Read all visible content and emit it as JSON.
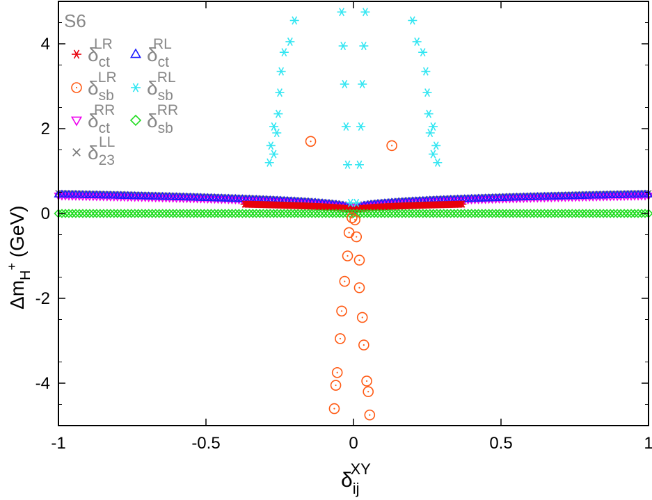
{
  "chart_data": {
    "type": "scatter",
    "tag": "S6",
    "xlabel": {
      "base": "δ",
      "sub": "ij",
      "sup": "XY"
    },
    "ylabel": {
      "prefix": "Δm",
      "sub": "H",
      "sup": "+",
      "suffix": " (GeV)"
    },
    "xlim": [
      -1,
      1
    ],
    "ylim": [
      -5,
      5
    ],
    "xticks": [
      -1,
      -0.5,
      0,
      0.5,
      1
    ],
    "xtick_labels": [
      "-1",
      "-0.5",
      "0",
      "0.5",
      "1"
    ],
    "yticks": [
      -4,
      -2,
      0,
      2,
      4
    ],
    "ytick_labels": [
      "-4",
      "-2",
      "0",
      "2",
      "4"
    ],
    "grid": false,
    "legend_placement": "top-left",
    "series": [
      {
        "key": "ct_LR",
        "legend": {
          "base": "δ",
          "sub": "ct",
          "sup": "LR"
        },
        "marker": "asterisk",
        "color": "#e8000b",
        "band": {
          "x_range": [
            -0.37,
            0.37
          ],
          "y_edge": 0.22,
          "y_center": 0.05
        }
      },
      {
        "key": "ct_RL",
        "legend": {
          "base": "δ",
          "sub": "ct",
          "sup": "RL"
        },
        "marker": "triangle-up",
        "color": "#1a1aff",
        "band": {
          "x_range": [
            -1,
            1
          ],
          "y_edge": 0.45,
          "y_center": 0.07
        }
      },
      {
        "key": "sb_LR",
        "legend": {
          "base": "δ",
          "sub": "sb",
          "sup": "LR"
        },
        "marker": "circle-dot",
        "color": "#ff5a14",
        "points": [
          [
            -0.145,
            1.7
          ],
          [
            0.13,
            1.6
          ],
          [
            -0.005,
            -0.1
          ],
          [
            0.005,
            -0.15
          ],
          [
            -0.015,
            -0.45
          ],
          [
            0.01,
            -0.55
          ],
          [
            -0.02,
            -1.0
          ],
          [
            0.02,
            -1.1
          ],
          [
            -0.03,
            -1.6
          ],
          [
            0.02,
            -1.75
          ],
          [
            -0.04,
            -2.3
          ],
          [
            0.03,
            -2.45
          ],
          [
            -0.045,
            -2.95
          ],
          [
            0.035,
            -3.1
          ],
          [
            -0.055,
            -3.75
          ],
          [
            0.045,
            -3.95
          ],
          [
            -0.06,
            -4.05
          ],
          [
            0.05,
            -4.2
          ],
          [
            -0.065,
            -4.6
          ],
          [
            0.055,
            -4.75
          ]
        ]
      },
      {
        "key": "sb_RL",
        "legend": {
          "base": "δ",
          "sub": "sb",
          "sup": "RL"
        },
        "marker": "asterisk",
        "color": "#33e6f2",
        "points": [
          [
            -0.285,
            1.2
          ],
          [
            -0.27,
            1.4
          ],
          [
            -0.28,
            1.6
          ],
          [
            -0.26,
            1.9
          ],
          [
            -0.27,
            2.05
          ],
          [
            -0.255,
            2.35
          ],
          [
            -0.25,
            2.85
          ],
          [
            -0.245,
            3.35
          ],
          [
            -0.235,
            3.8
          ],
          [
            -0.215,
            4.05
          ],
          [
            -0.2,
            4.55
          ],
          [
            0.285,
            1.2
          ],
          [
            0.27,
            1.4
          ],
          [
            0.28,
            1.6
          ],
          [
            0.26,
            1.9
          ],
          [
            0.27,
            2.05
          ],
          [
            0.255,
            2.35
          ],
          [
            0.25,
            2.85
          ],
          [
            0.245,
            3.35
          ],
          [
            0.235,
            3.8
          ],
          [
            0.215,
            4.05
          ],
          [
            0.2,
            4.55
          ],
          [
            -0.04,
            4.75
          ],
          [
            0.04,
            4.75
          ],
          [
            -0.035,
            3.95
          ],
          [
            0.035,
            3.95
          ],
          [
            -0.03,
            3.05
          ],
          [
            0.03,
            3.05
          ],
          [
            -0.025,
            2.05
          ],
          [
            0.025,
            2.05
          ],
          [
            -0.02,
            1.15
          ],
          [
            0.02,
            1.15
          ],
          [
            -0.01,
            0.25
          ],
          [
            0.01,
            0.25
          ]
        ]
      },
      {
        "key": "ct_RR",
        "legend": {
          "base": "δ",
          "sub": "ct",
          "sup": "RR"
        },
        "marker": "triangle-down",
        "color": "#ee00ee",
        "band": {
          "x_range": [
            -1,
            1
          ],
          "y_edge": 0.42,
          "y_center": 0.08
        }
      },
      {
        "key": "sb_RR",
        "legend": {
          "base": "δ",
          "sub": "sb",
          "sup": "RR"
        },
        "marker": "diamond",
        "color": "#22dd22",
        "band": {
          "x_range": [
            -1,
            1
          ],
          "y_edge": 0.0,
          "y_center": 0.0
        }
      },
      {
        "key": "23_LL",
        "legend": {
          "base": "δ",
          "sub": "23",
          "sup": "LL"
        },
        "marker": "cross",
        "color": "#777777",
        "band": {
          "x_range": [
            -1,
            1
          ],
          "y_edge": 0.48,
          "y_center": 0.09
        }
      }
    ]
  }
}
